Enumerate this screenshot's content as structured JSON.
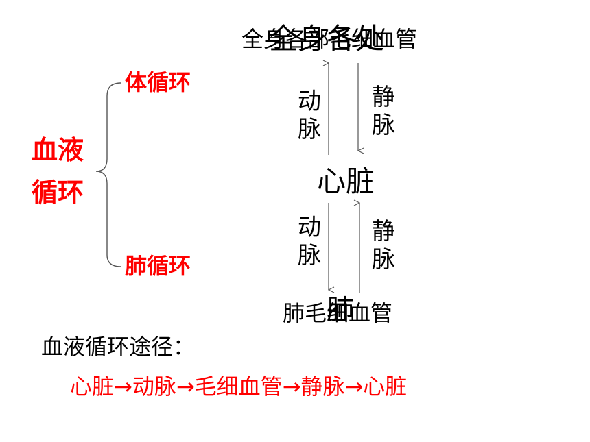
{
  "left": {
    "main_label_line1": "血液",
    "main_label_line2": "循环",
    "branch_top": "体循环",
    "branch_bottom": "肺循环"
  },
  "flow": {
    "top_label": "全身各部毛细血管",
    "top_overlay": "全身各处",
    "left_up_arrow_label_top": "动脉",
    "right_down_arrow_label_top": "静脉",
    "center_label": "心脏",
    "left_down_arrow_label_bottom": "动脉",
    "right_up_arrow_label_bottom": "静脉",
    "bottom_label": "肺毛细血管",
    "bottom_overlay": "肺"
  },
  "pathway": {
    "heading": "血液循环途径：",
    "sequence": "心脏→动脉→毛细血管→静脉→心脏"
  },
  "colors": {
    "accent": "#ff0000",
    "text": "#000000",
    "line": "#555555"
  }
}
